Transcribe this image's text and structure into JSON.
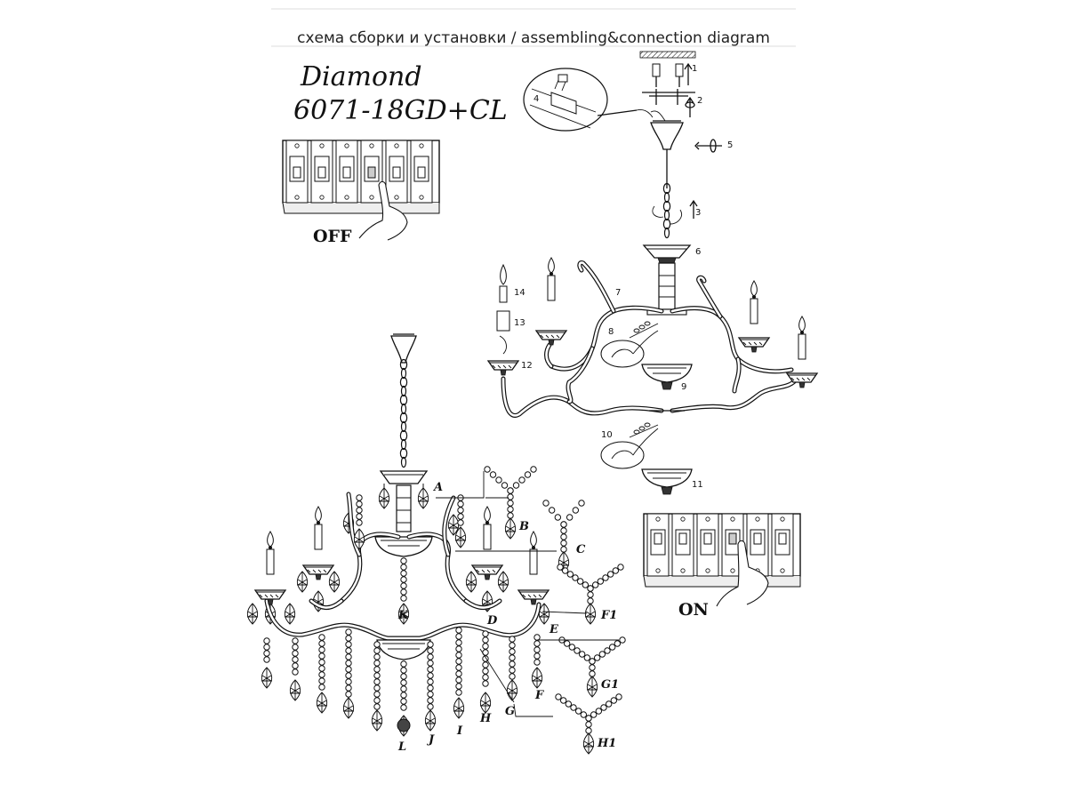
{
  "header": {
    "title": "схема сборки и установки / assembling&connection diagram"
  },
  "model": {
    "name": "Diamond",
    "code": "6071-18GD+CL"
  },
  "switch_off": {
    "label": "OFF",
    "count": 6,
    "pressed_index": 3
  },
  "switch_on": {
    "label": "ON",
    "count": 6,
    "pressed_index": 3
  },
  "assembly_steps": [
    "1",
    "2",
    "3",
    "4",
    "5",
    "6",
    "7",
    "8",
    "9",
    "10",
    "11",
    "12",
    "13",
    "14"
  ],
  "crystal_labels": [
    "A",
    "B",
    "C",
    "D",
    "E",
    "F",
    "F1",
    "G",
    "G1",
    "H",
    "H1",
    "I",
    "J",
    "K",
    "L"
  ]
}
